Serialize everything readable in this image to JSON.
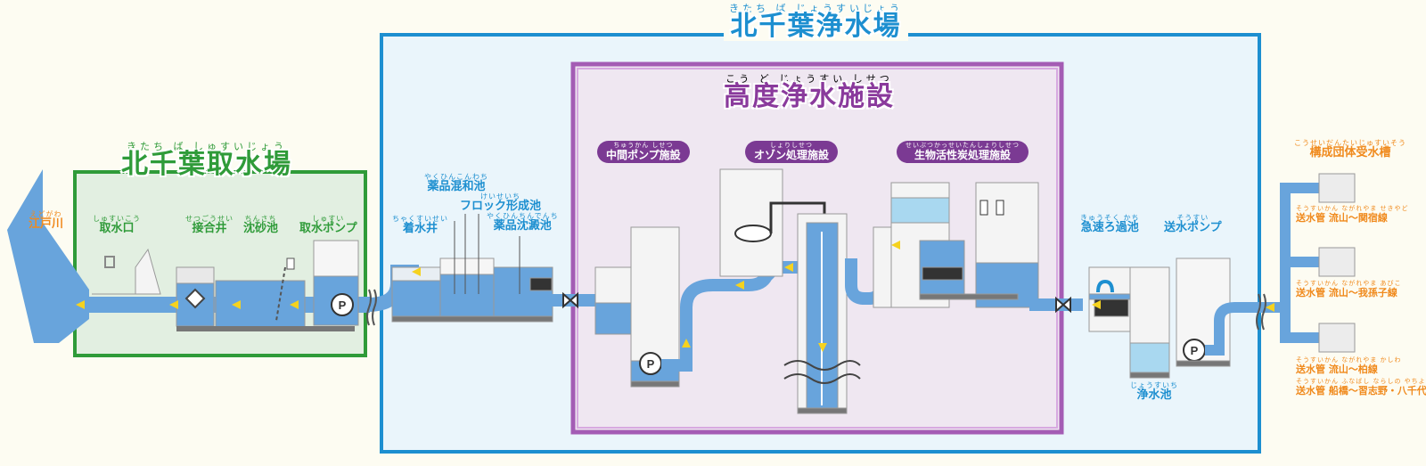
{
  "plants": {
    "intake": {
      "ruby": "きたち ば しゅすいじょう",
      "title": "北千葉取水場"
    },
    "purification": {
      "ruby": "きたち ば じょうすいじょう",
      "title": "北千葉浄水場"
    },
    "advanced": {
      "ruby": "こう ど じょうすい しせつ",
      "title": "高度浄水施設"
    }
  },
  "intake_labels": {
    "river": {
      "ruby": "えどがわ",
      "text": "江戸川"
    },
    "intake_port": {
      "ruby": "しゅすいこう",
      "text": "取水口"
    },
    "junction_well": {
      "ruby": "せつごうせい",
      "text": "接合井"
    },
    "grit_basin": {
      "ruby": "ちんさち",
      "text": "沈砂池"
    },
    "intake_pump": {
      "ruby": "しゅすい",
      "text": "取水ポンプ"
    }
  },
  "plant_labels": {
    "receiving_well": {
      "ruby": "ちゃくすいせい",
      "text": "着水井"
    },
    "mixing_basin": {
      "ruby": "やくひんこんわち",
      "text": "薬品混和池"
    },
    "floc_basin": {
      "ruby": "けいせいち",
      "text": "フロック形成池"
    },
    "settling_basin": {
      "ruby": "やくひんちんでんち",
      "text": "薬品沈澱池"
    },
    "rapid_filter": {
      "ruby": "きゅうそく かち",
      "text": "急速ろ過池"
    },
    "delivery_pump": {
      "ruby": "そうすい",
      "text": "送水ポンプ"
    },
    "clear_well": {
      "ruby": "じょうすいち",
      "text": "浄水池"
    }
  },
  "advanced_facilities": [
    {
      "ruby": "ちゅうかん しせつ",
      "text": "中間ポンプ施設"
    },
    {
      "ruby": "しょりしせつ",
      "text": "オゾン処理施設"
    },
    {
      "ruby": "せいぶつかっせいたんしょりしせつ",
      "text": "生物活性炭処理施設"
    }
  ],
  "destinations": {
    "header": {
      "ruby": "こうせいだんたいじゅすいそう",
      "text": "構成団体受水槽"
    },
    "lines": [
      {
        "ruby": "そうすいかん ながれやま せきやど",
        "text": "送水管 流山～関宿線"
      },
      {
        "ruby": "そうすいかん ながれやま あびこ",
        "text": "送水管 流山～我孫子線"
      },
      {
        "ruby": "そうすいかん ながれやま かしわ",
        "text": "送水管 流山～柏線"
      },
      {
        "ruby": "そうすいかん ふなばし ならしの やちよ",
        "text": "送水管 船橋～習志野・八千代線"
      }
    ]
  },
  "pump_symbol": "P",
  "colors": {
    "water": "#68a4dc",
    "light_water": "#a9d8f0",
    "intake_border": "#2f9b39",
    "intake_fill": "#e2efe1",
    "plant_border": "#1d8fd0",
    "plant_fill": "#eaf5fb",
    "advanced_border": "#a45cb4",
    "advanced_fill": "#efe7f1",
    "arrow": "#f5d21f",
    "structure": "#8a8a8a"
  }
}
